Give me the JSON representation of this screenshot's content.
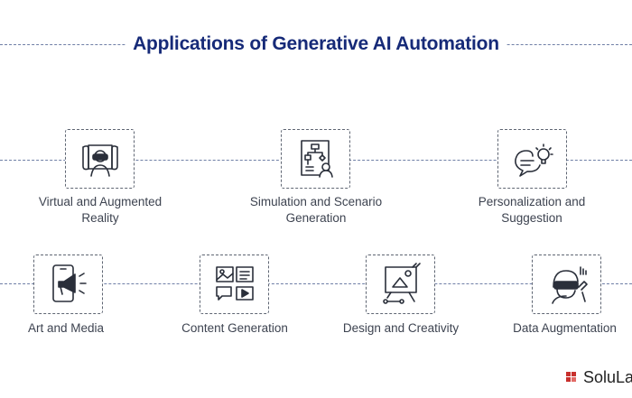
{
  "title": "Applications of Generative AI Automation",
  "items": [
    {
      "label_lines": [
        "Virtual and Augmented",
        "Reality"
      ],
      "icon": "vr-headset-icon"
    },
    {
      "label_lines": [
        "Simulation and Scenario",
        "Generation"
      ],
      "icon": "flowchart-person-icon"
    },
    {
      "label_lines": [
        "Personalization and",
        "Suggestion"
      ],
      "icon": "chat-lightbulb-icon"
    },
    {
      "label_lines": [
        "Art and Media"
      ],
      "icon": "phone-megaphone-icon"
    },
    {
      "label_lines": [
        "Content Generation"
      ],
      "icon": "content-grid-icon"
    },
    {
      "label_lines": [
        "Design and Creativity"
      ],
      "icon": "design-tools-icon"
    },
    {
      "label_lines": [
        "Data Augmentation"
      ],
      "icon": "robot-ar-icon"
    }
  ],
  "logo": {
    "text": "SoluLa"
  },
  "colors": {
    "title": "#162a78",
    "dash": "#6f7fa6",
    "box_border": "#5f6673",
    "logo_mark": "#c8302d"
  }
}
